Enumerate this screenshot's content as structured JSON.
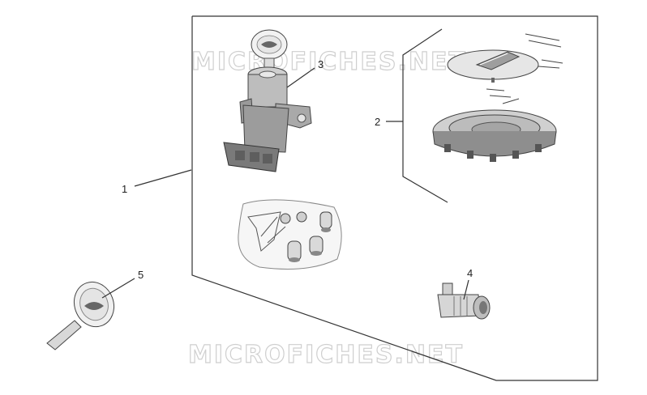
{
  "watermark": {
    "top": "MICROFICHES.NET",
    "bottom": "MICROFICHES.NET"
  },
  "callouts": {
    "c1": "1",
    "c2": "2",
    "c3": "3",
    "c4": "4",
    "c5": "5"
  },
  "parts": [
    {
      "ref": "1",
      "name": "lock-set"
    },
    {
      "ref": "2",
      "name": "fuel-cap"
    },
    {
      "ref": "3",
      "name": "ignition-switch"
    },
    {
      "ref": "4",
      "name": "seat-lock-cylinder"
    },
    {
      "ref": "5",
      "name": "key"
    }
  ]
}
